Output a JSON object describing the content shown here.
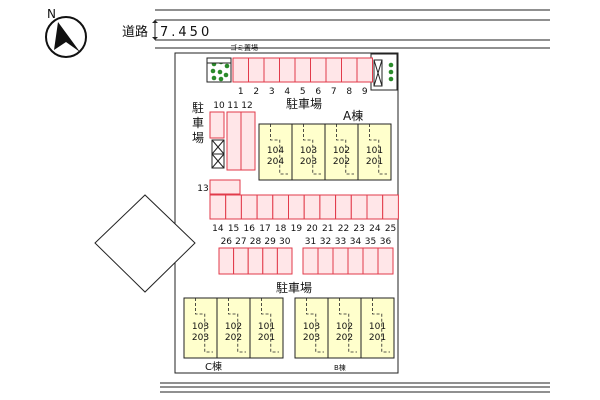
{
  "compass": {
    "letter": "N"
  },
  "road": {
    "label": "道路",
    "width": "7.450"
  },
  "garbage": {
    "label": "ゴミ置場"
  },
  "parking_label": "駐車場",
  "parking_label_vertical": [
    "駐",
    "車",
    "場"
  ],
  "buildings": {
    "a": {
      "name": "A棟",
      "units": [
        [
          "104",
          "204"
        ],
        [
          "103",
          "203"
        ],
        [
          "102",
          "202"
        ],
        [
          "101",
          "201"
        ]
      ]
    },
    "b": {
      "name": "B棟",
      "units": [
        [
          "103",
          "203"
        ],
        [
          "102",
          "202"
        ],
        [
          "101",
          "201"
        ]
      ]
    },
    "c": {
      "name": "C棟",
      "units": [
        [
          "103",
          "203"
        ],
        [
          "102",
          "202"
        ],
        [
          "101",
          "201"
        ]
      ]
    }
  },
  "stalls": {
    "top_row": [
      "1",
      "2",
      "3",
      "4",
      "5",
      "6",
      "7",
      "8",
      "9"
    ],
    "side": [
      "10",
      "11",
      "12"
    ],
    "single": "13",
    "middle_row": [
      "14",
      "15",
      "16",
      "17",
      "18",
      "19",
      "20",
      "21",
      "22",
      "23",
      "24",
      "25"
    ],
    "lower_left": [
      "26",
      "27",
      "28",
      "29",
      "30"
    ],
    "lower_right": [
      "31",
      "32",
      "33",
      "34",
      "35",
      "36"
    ]
  }
}
